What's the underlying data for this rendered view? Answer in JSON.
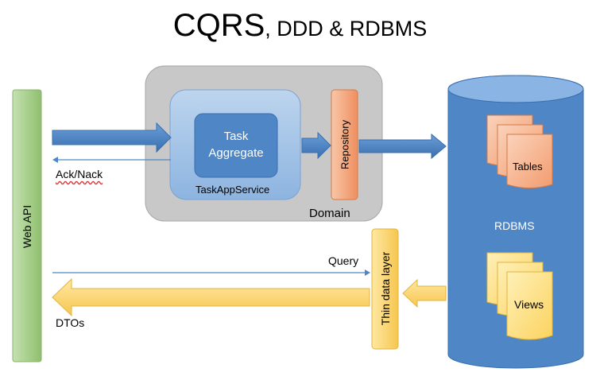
{
  "title": {
    "main": "CQRS",
    "sub": ", DDD & RDBMS"
  },
  "web_api": {
    "label": "Web API"
  },
  "domain": {
    "label": "Domain"
  },
  "app_service": {
    "label": "TaskAppService"
  },
  "aggregate": {
    "line1": "Task",
    "line2": "Aggregate"
  },
  "repository": {
    "label": "Repository"
  },
  "database": {
    "label": "RDBMS",
    "tables": "Tables",
    "views": "Views"
  },
  "thin_layer": {
    "label": "Thin data layer"
  },
  "arrows": {
    "ack": "Ack/Nack",
    "query": "Query",
    "dtos": "DTOs"
  },
  "colors": {
    "blue": "#4f86c6",
    "green": "#a9d18e",
    "orange": "#f4b183",
    "yellow": "#ffd966",
    "gray": "#c8c8c8"
  }
}
